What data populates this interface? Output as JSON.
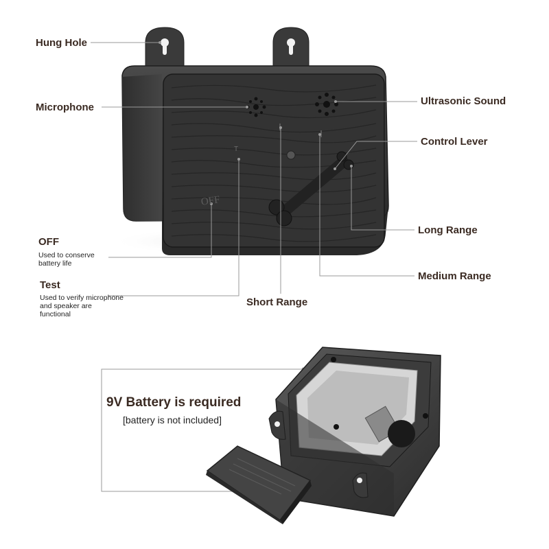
{
  "labels": {
    "hung_hole": "Hung Hole",
    "microphone": "Microphone",
    "ultrasonic_sound": "Ultrasonic Sound",
    "control_lever": "Control Lever",
    "long_range": "Long Range",
    "medium_range": "Medium Range",
    "short_range": "Short Range",
    "off": "OFF",
    "off_desc_1": "Used to conserve",
    "off_desc_2": "battery life",
    "test": "Test",
    "test_desc_1": "Used to verify microphone",
    "test_desc_2": "and speaker are",
    "test_desc_3": "functional"
  },
  "device_markings": {
    "off": "OFF",
    "test": "T"
  },
  "battery": {
    "title": "9V Battery is required",
    "note": "[battery is not included]"
  },
  "colors": {
    "title_text": "#3a2a22",
    "device_body": "#3d3d3d",
    "wood_panel": "#2f2f2f",
    "leader_line": "#9a9a9a"
  }
}
